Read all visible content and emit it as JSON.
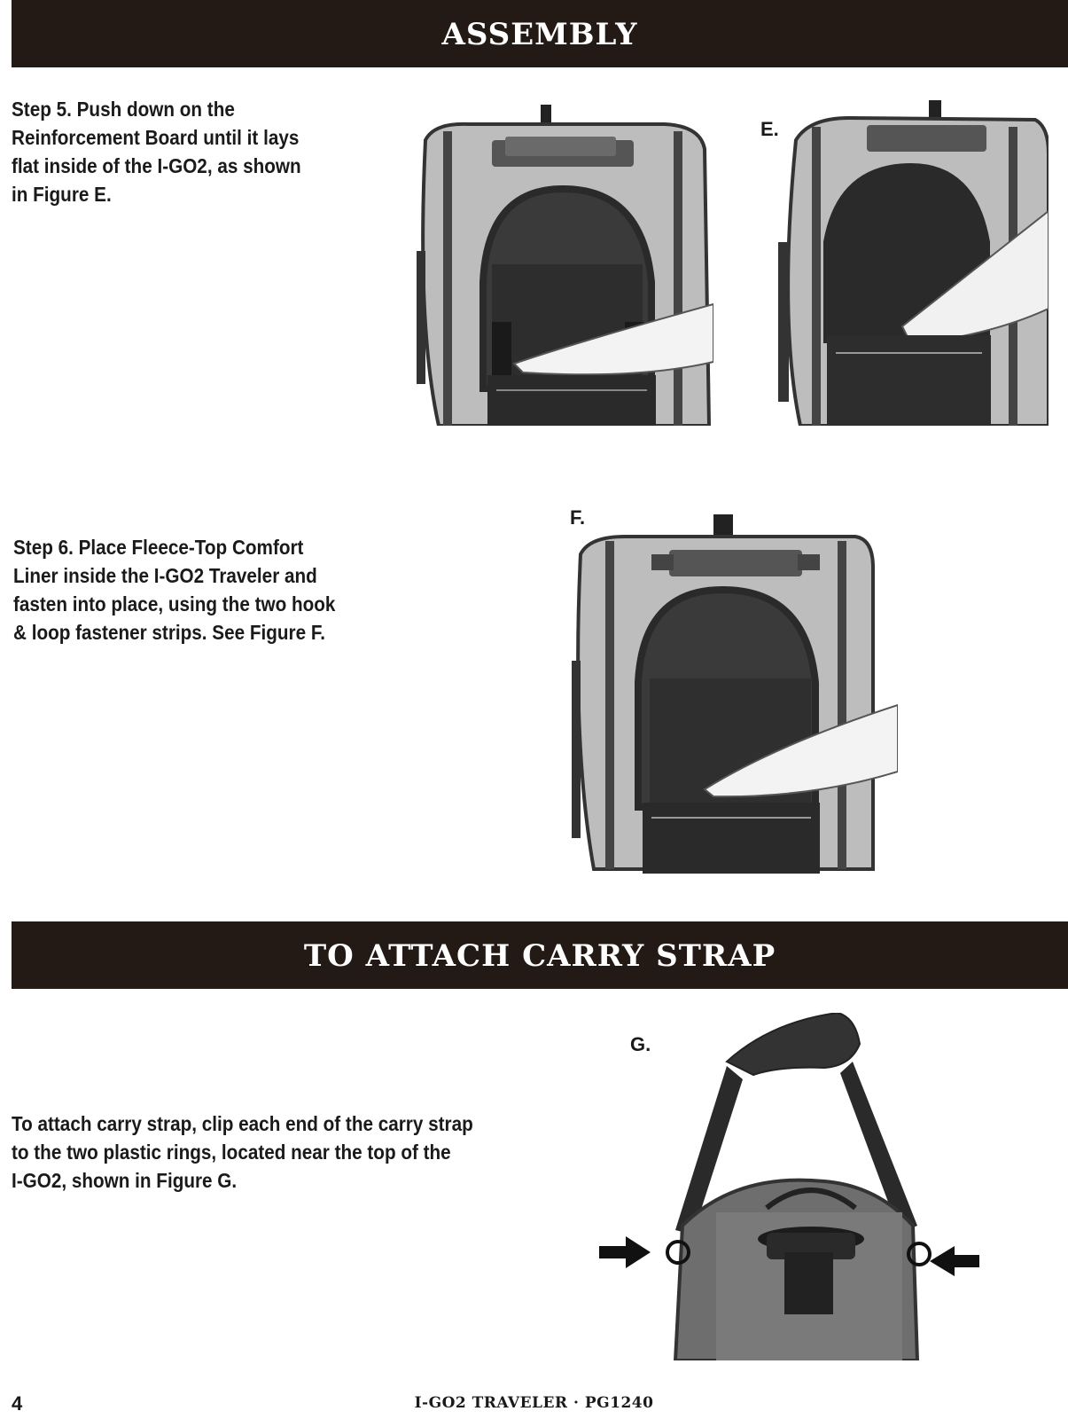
{
  "header": {
    "title": "ASSEMBLY"
  },
  "step5": {
    "lines": [
      "Step 5.  Push down on the",
      "Reinforcement Board until it lays",
      "flat inside of the I-GO2, as shown",
      "in Figure E."
    ]
  },
  "figure_e": {
    "label": "E."
  },
  "step6": {
    "lines": [
      "Step 6.  Place Fleece-Top Comfort",
      "Liner inside the I-GO2 Traveler and",
      "fasten into place, using the two hook",
      "& loop fastener strips. See Figure F."
    ]
  },
  "figure_f": {
    "label": "F."
  },
  "section2": {
    "title": "TO ATTACH CARRY STRAP"
  },
  "strap_text": {
    "lines": [
      "To attach carry strap, clip each end of the carry strap",
      "to the two plastic rings, located near the top of the",
      "I-GO2, shown in Figure G."
    ]
  },
  "figure_g": {
    "label": "G."
  },
  "footer": {
    "page_number": "4",
    "title": "I-GO2 TRAVELER · PG1240"
  }
}
